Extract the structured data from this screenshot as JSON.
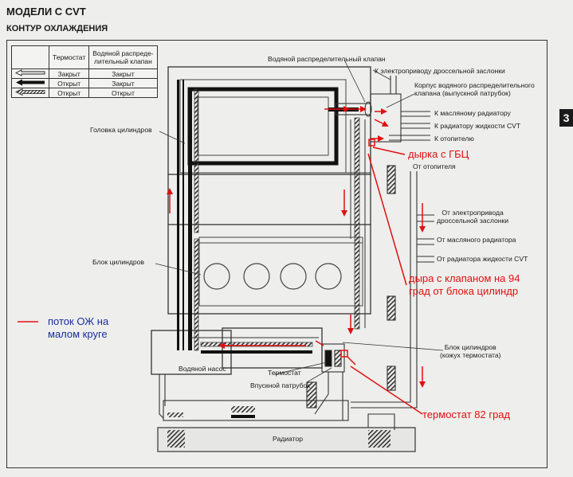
{
  "title": "МОДЕЛИ С CVT",
  "subtitle": "КОНТУР ОХЛАЖДЕНИЯ",
  "page_tab": "3",
  "legend": {
    "headers": [
      "",
      "Термостат",
      "Водяной распреде-\nлительный клапан"
    ],
    "rows": [
      {
        "icon": "thin-arrow-icon",
        "thermostat": "Закрыт",
        "valve": "Закрыт"
      },
      {
        "icon": "thick-arrow-icon",
        "thermostat": "Открыт",
        "valve": "Закрыт"
      },
      {
        "icon": "hatched-arrow-icon",
        "thermostat": "Открыт",
        "valve": "Открыт"
      }
    ]
  },
  "labels": {
    "valve_top": "Водяной распределительный клапан",
    "to_throttle": "К электроприводу дроссельной заслонки",
    "valve_body": "Корпус водяного распределительного\nклапана (выпускной патрубок)",
    "to_oil_cooler": "К масляному радиатору",
    "to_cvt_cooler": "К радиатору жидкости CVT",
    "to_heater": "К отопителю",
    "cylinder_head": "Головка цилиндров",
    "from_heater": "От отопителя",
    "from_throttle": "От электропривода\nдроссельной заслонки",
    "from_oil_cooler": "От масляного радиатора",
    "from_cvt_cooler": "От радиатора жидкости CVT",
    "cylinder_block": "Блок цилиндров",
    "block_thermostat_housing": "Блок цилиндров\n(кожух термостата)",
    "water_pump": "Водяной насос",
    "thermostat": "Термостат",
    "inlet_pipe": "Впускной патрубок",
    "radiator": "Радиатор"
  },
  "annotations": {
    "hole_head": "дырка с ГБЦ",
    "hole_valve": "дыра с клапаном на 94\nград от блока цилиндр",
    "thermostat_82": "термостат 82 град",
    "legend_small_circle": "поток ОЖ на\nмалом круге"
  },
  "colors": {
    "annotation_red": "#e01010",
    "annotation_blue": "#1a2e9c",
    "line": "#1a1a1a",
    "background": "#eeeeec"
  }
}
